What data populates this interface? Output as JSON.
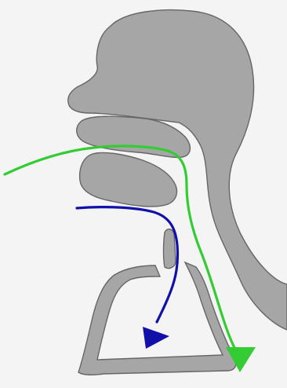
{
  "diagram": {
    "background_color": "#f4f4f4",
    "tissue_fill": "#a6a6a6",
    "tissue_stroke": "#666666",
    "paths": [
      {
        "id": "air-path",
        "color": "#33cc33",
        "arrowhead": "triangle"
      },
      {
        "id": "food-path",
        "color": "#1111aa",
        "arrowhead": "triangle"
      }
    ]
  }
}
